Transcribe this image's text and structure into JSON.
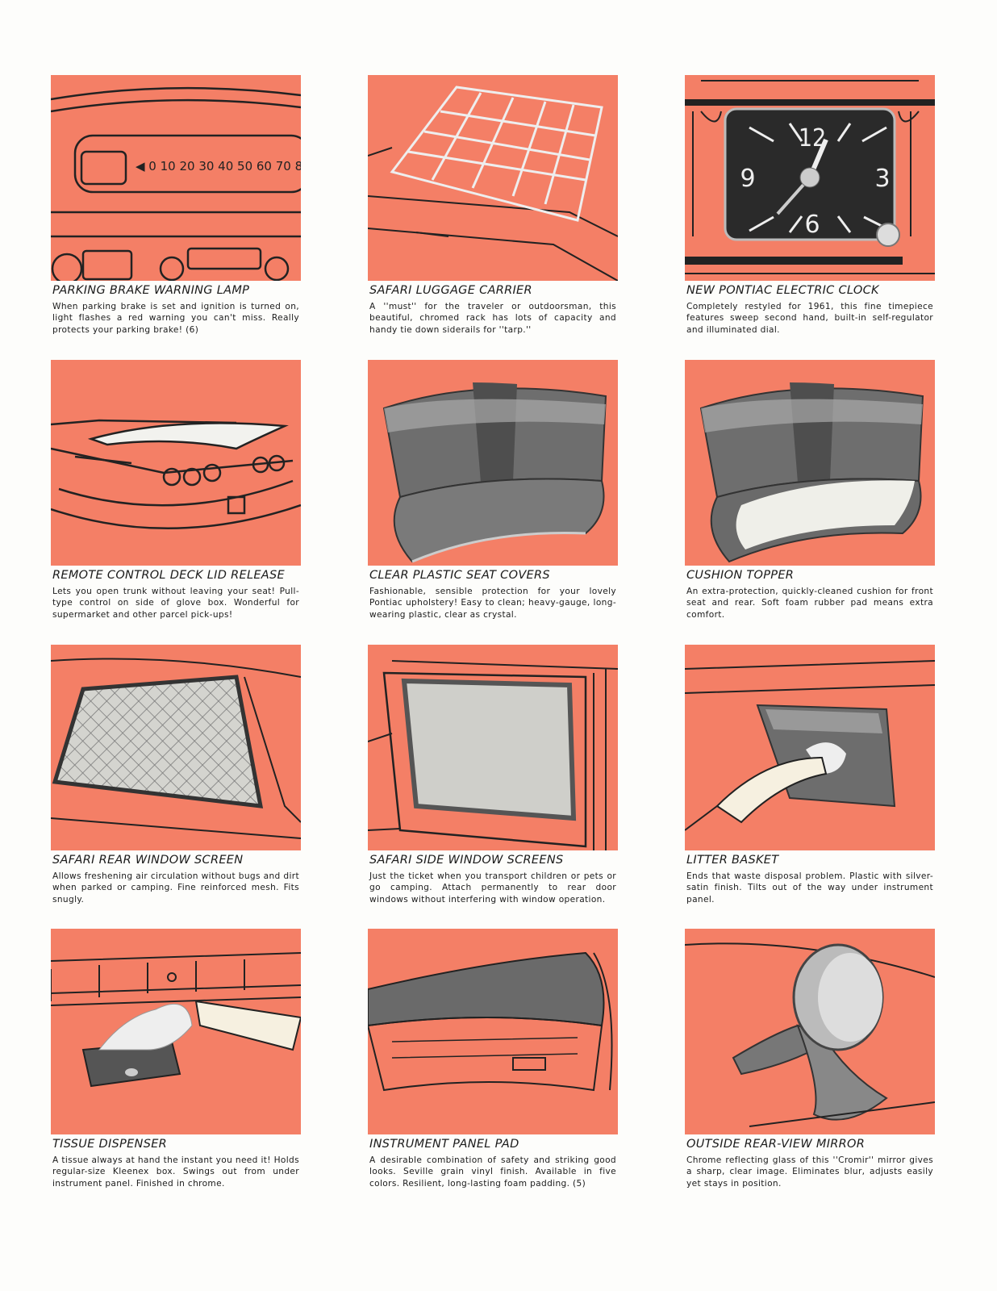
{
  "page": {
    "panel_color": "#f47f66",
    "items": [
      {
        "title": "PARKING BRAKE WARNING LAMP",
        "description": "When parking brake is set and ignition is turned on, light flashes a red warning you can't miss. Really protects your parking brake! (6)",
        "illustration": "speedometer-dashboard"
      },
      {
        "title": "SAFARI LUGGAGE CARRIER",
        "description": "A ''must'' for the traveler or outdoorsman, this beautiful, chromed rack has lots of capacity and handy tie down siderails for ''tarp.''",
        "illustration": "roof-luggage-rack"
      },
      {
        "title": "NEW PONTIAC ELECTRIC CLOCK",
        "description": "Completely restyled for 1961, this fine timepiece features sweep second hand, built-in self-regulator and illuminated dial.",
        "illustration": "dashboard-clock",
        "clock_numerals": [
          "12",
          "3",
          "6",
          "9"
        ]
      },
      {
        "title": "REMOTE CONTROL DECK LID RELEASE",
        "description": "Lets you open trunk without leaving your seat! Pull-type control on side of glove box. Wonderful for supermarket and other parcel pick-ups!",
        "illustration": "open-trunk-lid"
      },
      {
        "title": "CLEAR PLASTIC SEAT COVERS",
        "description": "Fashionable, sensible protection for your lovely Pontiac upholstery! Easy to clean; heavy-gauge, long-wearing plastic, clear as crystal.",
        "illustration": "bench-seat-covered"
      },
      {
        "title": "CUSHION TOPPER",
        "description": "An extra-protection, quickly-cleaned cushion for front seat and rear. Soft foam rubber pad means extra comfort.",
        "illustration": "bench-seat-cushion"
      },
      {
        "title": "SAFARI REAR WINDOW SCREEN",
        "description": "Allows freshening air circulation without bugs and dirt when parked or camping. Fine reinforced mesh. Fits snugly.",
        "illustration": "rear-window-mesh"
      },
      {
        "title": "SAFARI SIDE WINDOW SCREENS",
        "description": "Just the ticket when you transport children or pets or go camping. Attach permanently to rear door windows without interfering with window operation.",
        "illustration": "side-window-screen"
      },
      {
        "title": "LITTER BASKET",
        "description": "Ends that waste disposal problem. Plastic with silver-satin finish. Tilts out of the way under instrument panel.",
        "illustration": "litter-basket-hand"
      },
      {
        "title": "TISSUE DISPENSER",
        "description": "A tissue always at hand the instant you need it! Holds regular-size Kleenex box. Swings out from under instrument panel. Finished in chrome.",
        "illustration": "tissue-box-hand"
      },
      {
        "title": "INSTRUMENT PANEL PAD",
        "description": "A desirable combination of safety and striking good looks. Seville grain vinyl finish. Available in five colors. Resilient, long-lasting foam padding. (5)",
        "illustration": "padded-dashboard"
      },
      {
        "title": "OUTSIDE REAR-VIEW MIRROR",
        "description": "Chrome reflecting glass of this ''Cromir'' mirror gives a sharp, clear image. Eliminates blur, adjusts easily yet stays in position.",
        "illustration": "side-mirror"
      }
    ]
  }
}
